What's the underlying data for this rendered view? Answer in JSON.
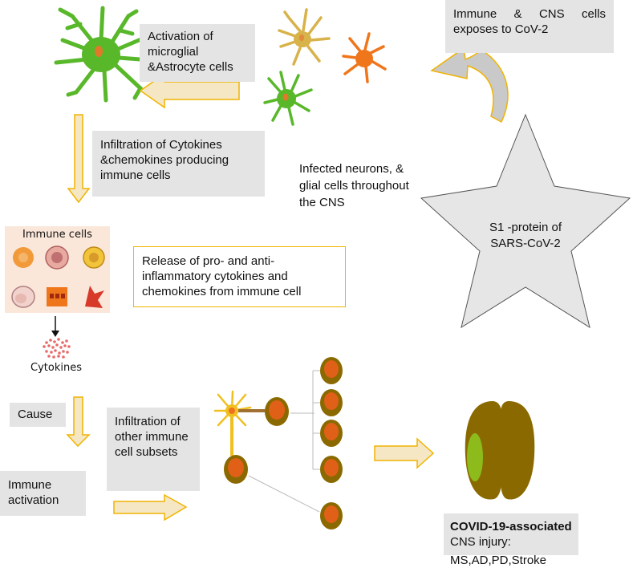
{
  "labels": {
    "exposure": "Immune & CNS cells exposes to CoV-2",
    "activation": "Activation of microglial &Astrocyte cells",
    "infiltration_cytokines": "Infiltration of Cytokines &chemokines producing immune cells",
    "infected_neurons": "Infected neurons, & glial cells throughout the CNS",
    "s1_protein": "S1 -protein of SARS-CoV-2",
    "release": "Release of pro- and anti-inflammatory cytokines and chemokines from immune cell",
    "immune_cells_title": "Immune cells",
    "cytokines": "Cytokines",
    "cause": "Cause",
    "infiltration_other": "Infiltration of other immune cell subsets",
    "immune_activation": "Immune activation",
    "covid_title": "COVID-19-associated",
    "cns_injury": "CNS injury:",
    "diseases": "MS,AD,PD,Stroke"
  },
  "colors": {
    "arrow_fill": "#f5e7c4",
    "arrow_stroke": "#f0b400",
    "box_gray": "#e4e4e4",
    "microglia_green": "#58b82a",
    "astrocyte_tan": "#d8b24a",
    "neuron_orange": "#f0761c",
    "brain_olive": "#8a6a00",
    "brain_lobe": "#8dbb1c"
  }
}
